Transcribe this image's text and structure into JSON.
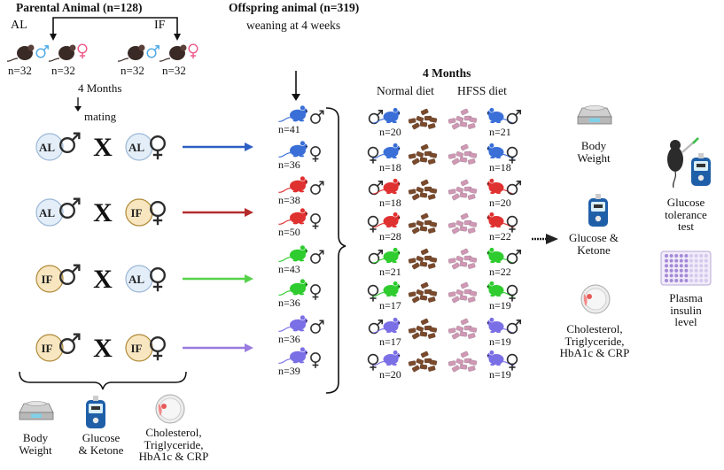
{
  "parental": {
    "title": "Parental Animal (n=128)",
    "group_labels": [
      "AL",
      "IF"
    ],
    "counts": [
      "n=32",
      "n=32",
      "n=32",
      "n=32"
    ],
    "duration": "4 Months",
    "mating": "mating"
  },
  "offspring": {
    "title": "Offspring animal (n=319)",
    "weaning": "weaning at 4 weeks",
    "counts": [
      "n=41",
      "n=36",
      "n=38",
      "n=50",
      "n=43",
      "n=36",
      "n=36",
      "n=39"
    ]
  },
  "crosses": [
    {
      "father": "AL",
      "mother": "AL",
      "color": "#2e5fc4"
    },
    {
      "father": "AL",
      "mother": "IF",
      "color": "#b52b2b"
    },
    {
      "father": "IF",
      "mother": "AL",
      "color": "#56d24a"
    },
    {
      "father": "IF",
      "mother": "IF",
      "color": "#9a7be0"
    }
  ],
  "cross_symbol": "X",
  "diet": {
    "duration": "4 Months",
    "normal_label": "Normal diet",
    "hfss_label": "HFSS diet",
    "normal_counts": [
      "n=20",
      "n=18",
      "n=18",
      "n=28",
      "n=21",
      "n=17",
      "n=17",
      "n=20"
    ],
    "hfss_counts": [
      "n=21",
      "n=18",
      "n=20",
      "n=22",
      "n=22",
      "n=19",
      "n=19",
      "n=19"
    ]
  },
  "mouse_colors": [
    "#3a6fd8",
    "#3a6fd8",
    "#e03131",
    "#e03131",
    "#2ecc2e",
    "#2ecc2e",
    "#7b6fe6",
    "#7b6fe6"
  ],
  "outcomes": {
    "body_weight": "Body\nWeight",
    "glucose_ketone": "Glucose &\nKetone",
    "lipids": "Cholesterol,\nTriglyceride,\nHbA1c & CRP",
    "gtt": "Glucose\ntolerance\ntest",
    "insulin": "Plasma\ninsulin\nlevel"
  },
  "parent_outcomes": {
    "body_weight": "Body\nWeight",
    "glucose_ketone": "Glucose\n& Ketone",
    "lipids": "Cholesterol,\nTriglyceride,\nHbA1c & CRP"
  },
  "icons": [
    "scale-icon",
    "glucometer-icon",
    "blood-drop-icon",
    "mouse-icon",
    "chow-icon",
    "well-plate-icon",
    "male-symbol-icon",
    "female-symbol-icon"
  ]
}
